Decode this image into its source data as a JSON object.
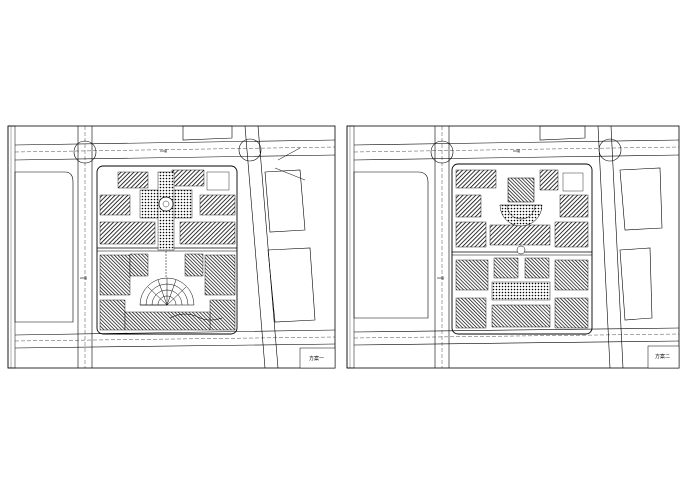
{
  "sheets": [
    {
      "id": "scheme-1",
      "title_block_text": "方案一",
      "road_label_top": "XX路",
      "road_label_side": "XX路"
    },
    {
      "id": "scheme-2",
      "title_block_text": "方案二",
      "road_label_top": "XX路",
      "road_label_side": "XX路"
    }
  ],
  "colors": {
    "background": "#ffffff",
    "linework": "#000000",
    "building_fill": "#1a1a1a",
    "hatch": "#333333"
  }
}
